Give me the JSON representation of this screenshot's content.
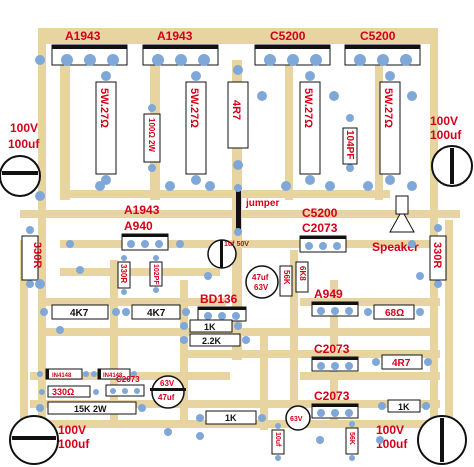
{
  "colors": {
    "board": "#ffffff",
    "trace": "#e8d4a0",
    "pad": "#7fa8d8",
    "label": "#d4001a",
    "body": "#ffffff",
    "black": "#111111"
  },
  "transistors_top": [
    "A1943",
    "A1943",
    "C5200",
    "C5200"
  ],
  "resistors_top": [
    "5W.27Ω",
    "5W.27Ω",
    "4R7",
    "5W.27Ω",
    "5W.27Ω"
  ],
  "res_100ohm": "100Ω 2W",
  "cap_104pf": "104PF",
  "cap_left_top": {
    "voltage": "100V",
    "value": "100uf"
  },
  "cap_right_top": {
    "voltage": "100V",
    "value": "100uf"
  },
  "cap_left_bottom": {
    "voltage": "100V",
    "value": "100uf"
  },
  "cap_right_bottom": {
    "voltage": "100V",
    "value": "100uf"
  },
  "jumper": "jumper",
  "speaker": "Speaker",
  "mid_left": {
    "t1": "A1943",
    "t2": "A940"
  },
  "mid_right": {
    "t1": "C5200",
    "t2": "C2073"
  },
  "r330_left": "330R",
  "r330_right": "330R",
  "r330_small": "330R",
  "cap_102pf": "102PF",
  "cap_1uf": "1uf 50V",
  "cap_47uf": {
    "value": "47uf",
    "voltage": "63V"
  },
  "r_56k_mid": "56K",
  "r_6k8": "6K8",
  "bd136": "BD136",
  "a949": "A949",
  "r_68": "68Ω",
  "r_4k7_a": "4K7",
  "r_4k7_b": "4K7",
  "r_1k_a": "1K",
  "r_2k2": "2.2K",
  "c2073_a": "C2073",
  "r_4r7_b": "4R7",
  "diodes": [
    "IN4148",
    "IN4148"
  ],
  "r_330_low": "330Ω",
  "r_15k": "15K 2W",
  "c2073_small": "C2073",
  "cap_63v": {
    "voltage": "63V",
    "value": "47uf"
  },
  "c2073_b": "C2073",
  "r_1k_b": "1K",
  "r_1k_c": "1K",
  "cap_63v_b": "63V",
  "r_56k_low": "56K",
  "r_10uf": "10uf"
}
